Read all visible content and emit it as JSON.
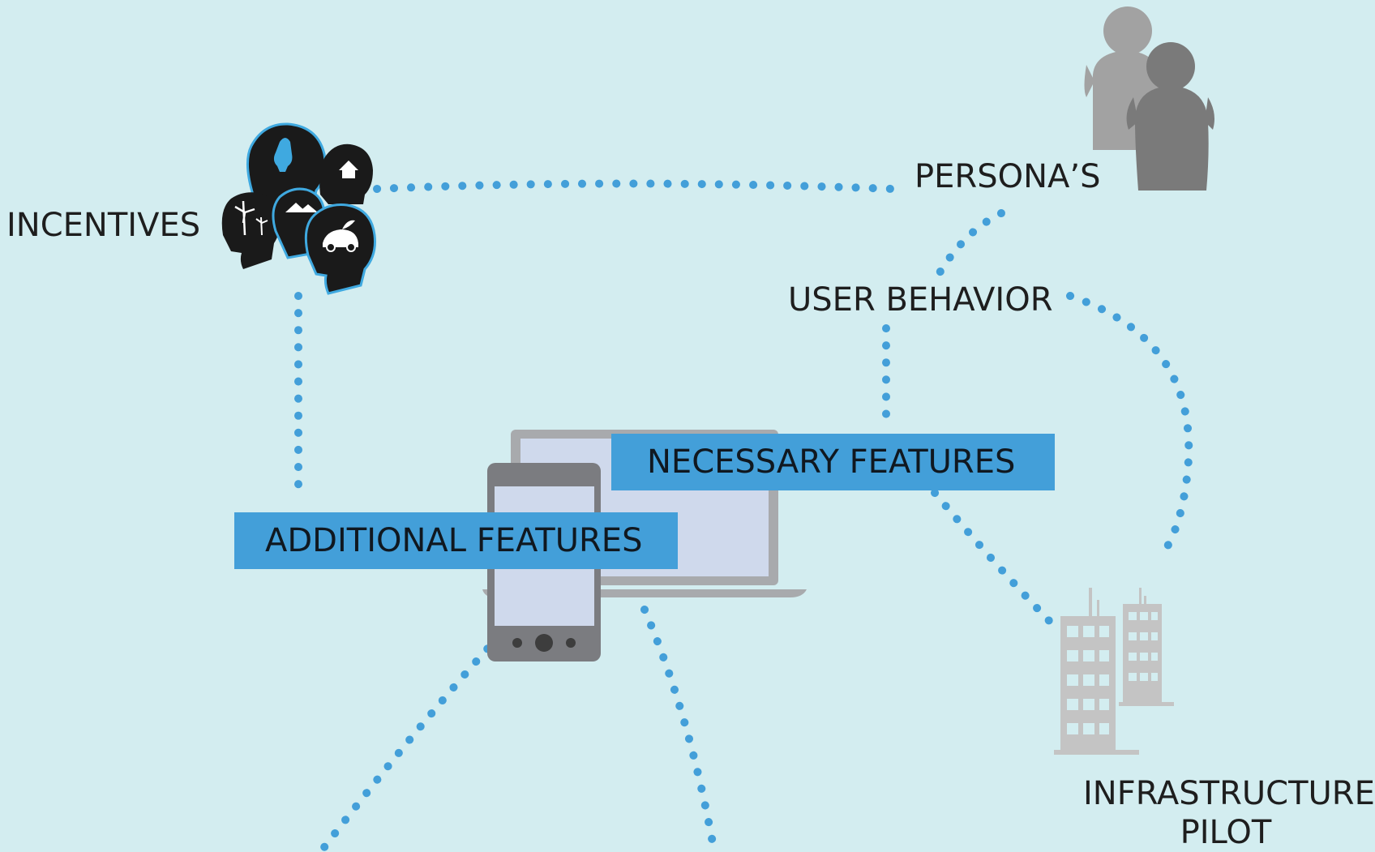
{
  "labels": {
    "incentives": "INCENTIVES",
    "personas": "PERSONA’S",
    "user_behavior": "USER BEHAVIOR",
    "necessary_features": "NECESSARY FEATURES",
    "additional_features": "ADDITIONAL FEATURES",
    "infrastructure_line1": "INFRASTRUCTURE",
    "infrastructure_line2": "PILOT"
  },
  "icons": {
    "incentives": "heads-with-green-energy-icons",
    "personas": "people-icon",
    "devices": "phone-and-laptop-icon",
    "infrastructure": "buildings-icon"
  },
  "colors": {
    "background": "#d3edf0",
    "connector": "#439fd9",
    "feature_box": "#439fd9",
    "text": "#1e1e1e"
  }
}
